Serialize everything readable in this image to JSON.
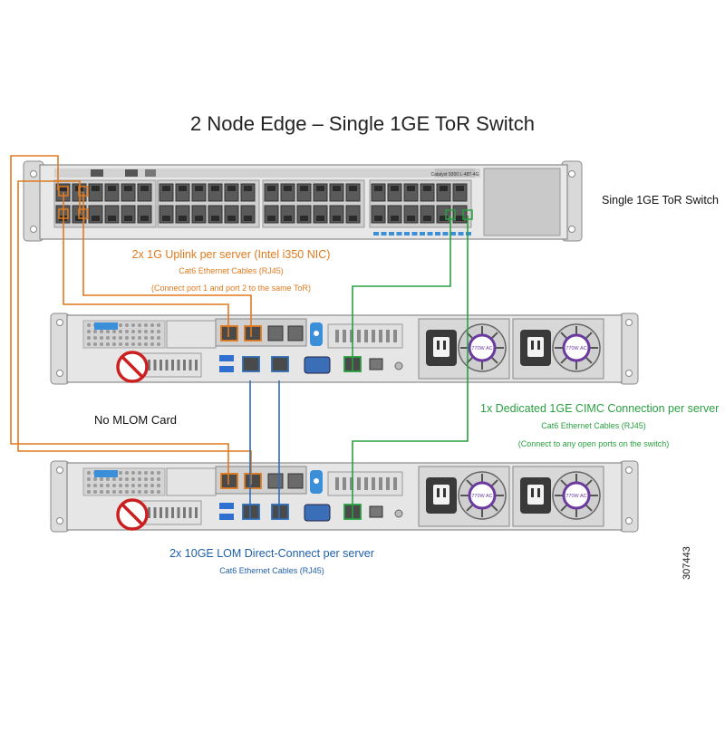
{
  "title": "2 Node Edge – Single 1GE ToR Switch",
  "switch": {
    "label": "Single 1GE ToR Switch",
    "model_text": "Catalyst 9300 L-48T-4G"
  },
  "uplink_note": {
    "line1": "2x 1G Uplink per server (Intel i350 NIC)",
    "line2": "Cat6 Ethernet Cables (RJ45)",
    "line3": "(Connect port 1 and port 2 to the same ToR)"
  },
  "cimc_note": {
    "line1": "1x Dedicated 1GE CIMC Connection per server",
    "line2": "Cat6 Ethernet Cables (RJ45)",
    "line3": "(Connect to any open ports on the switch)"
  },
  "lom_note": {
    "line1": "2x 10GE LOM Direct-Connect per server",
    "line2": "Cat6 Ethernet Cables (RJ45)"
  },
  "mlom_label": "No MLOM Card",
  "psu_label": "770W AC",
  "figure_id": "307443",
  "colors": {
    "uplink": "#e07a1f",
    "cimc": "#2aa040",
    "lom": "#2f6db5",
    "chassis": "#e6e6e6",
    "chassis_edge": "#8a8a8a",
    "port": "#4a4a4a",
    "switch_port_strip": "#3c8fd6",
    "psu_fan": "#6a3aa0",
    "no_sign": "#cc1f1f"
  },
  "icons": {
    "no_mlom": "prohibited-icon",
    "fan": "fan-icon",
    "power_inlet": "power-inlet-icon"
  }
}
